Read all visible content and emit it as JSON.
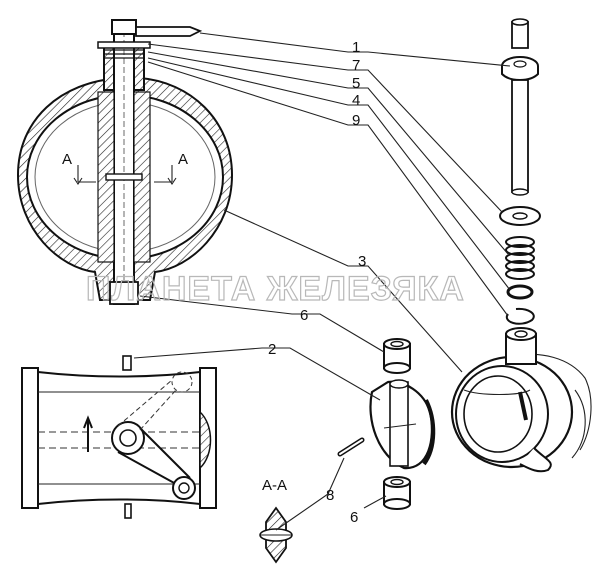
{
  "watermark": "ПЛАНЕТА ЖЕЛЕЗЯКА",
  "section_marks": {
    "left": "А",
    "right": "А",
    "detail_title": "А-А"
  },
  "callouts": {
    "c1": "1",
    "c7": "7",
    "c5": "5",
    "c4": "4",
    "c9": "9",
    "c3": "3",
    "c6a": "6",
    "c2": "2",
    "c8": "8",
    "c6b": "6"
  }
}
